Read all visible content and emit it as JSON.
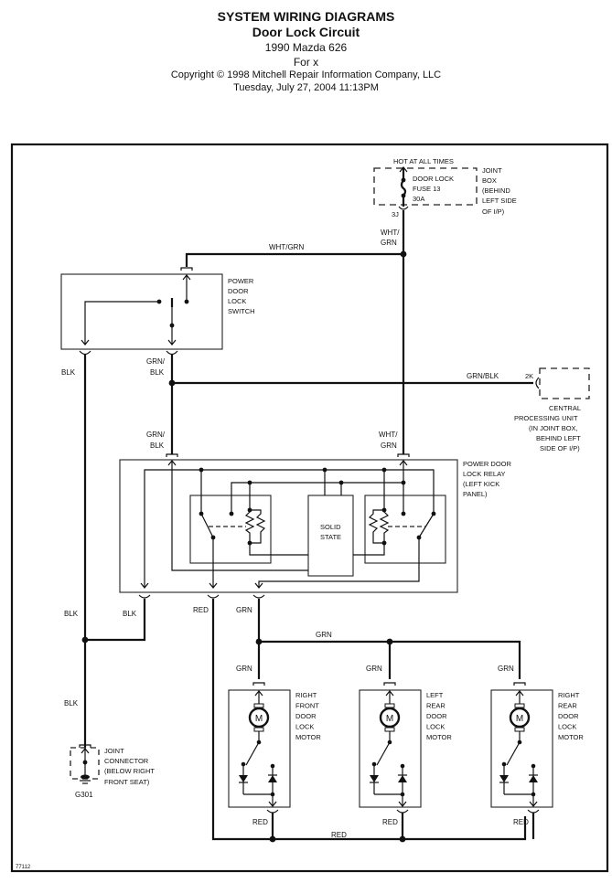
{
  "header": {
    "title": "SYSTEM WIRING DIAGRAMS",
    "subtitle": "Door Lock Circuit",
    "vehicle": "1990 Mazda 626",
    "for_line": "For x",
    "copyright": "Copyright © 1998 Mitchell Repair Information Company, LLC",
    "timestamp": "Tuesday, July 27, 2004  11:13PM"
  },
  "components": {
    "joint_box": {
      "hot_label": "HOT AT ALL TIMES",
      "fuse_lines": [
        "DOOR LOCK",
        "FUSE 13",
        "30A"
      ],
      "name_lines": [
        "JOINT",
        "BOX",
        "(BEHIND",
        "LEFT SIDE",
        "OF I/P)"
      ],
      "terminal": "3J"
    },
    "power_door_lock_switch": {
      "name_lines": [
        "POWER",
        "DOOR",
        "LOCK",
        "SWITCH"
      ]
    },
    "central_processing_unit": {
      "terminal": "2K",
      "name_lines": [
        "CENTRAL",
        "PROCESSING UNIT",
        "(IN JOINT BOX,",
        "BEHIND LEFT",
        "SIDE OF I/P)"
      ]
    },
    "power_door_lock_relay": {
      "name_lines": [
        "POWER DOOR",
        "LOCK RELAY",
        "(LEFT KICK",
        "PANEL)"
      ],
      "solid_state_lines": [
        "SOLID",
        "STATE"
      ]
    },
    "motors": [
      {
        "name_lines": [
          "RIGHT",
          "FRONT",
          "DOOR",
          "LOCK",
          "MOTOR"
        ],
        "symbol": "M"
      },
      {
        "name_lines": [
          "LEFT",
          "REAR",
          "DOOR",
          "LOCK",
          "MOTOR"
        ],
        "symbol": "M"
      },
      {
        "name_lines": [
          "RIGHT",
          "REAR",
          "DOOR",
          "LOCK",
          "MOTOR"
        ],
        "symbol": "M"
      }
    ],
    "joint_connector": {
      "name_lines": [
        "JOINT",
        "CONNECTOR",
        "(BELOW RIGHT",
        "FRONT SEAT)"
      ],
      "ground_id": "G301"
    }
  },
  "wire_labels": {
    "wht_grn_top": "WHT/GRN",
    "wht_grn_fuse_1": "WHT/",
    "wht_grn_fuse_2": "GRN",
    "blk_switch": "BLK",
    "grn_blk_switch_1": "GRN/",
    "grn_blk_switch_2": "BLK",
    "grn_blk_cpu": "GRN/BLK",
    "grn_blk_relay_1": "GRN/",
    "grn_blk_relay_2": "BLK",
    "wht_grn_relay_1": "WHT/",
    "wht_grn_relay_2": "GRN",
    "blk_left": "BLK",
    "blk_relay": "BLK",
    "blk_lower": "BLK",
    "red_relay": "RED",
    "grn_relay": "GRN",
    "grn_bus": "GRN",
    "grn_motor1": "GRN",
    "grn_motor2": "GRN",
    "grn_motor3": "GRN",
    "red_motor1": "RED",
    "red_motor2": "RED",
    "red_motor3": "RED",
    "red_bus": "RED"
  },
  "figure_id": "77112"
}
